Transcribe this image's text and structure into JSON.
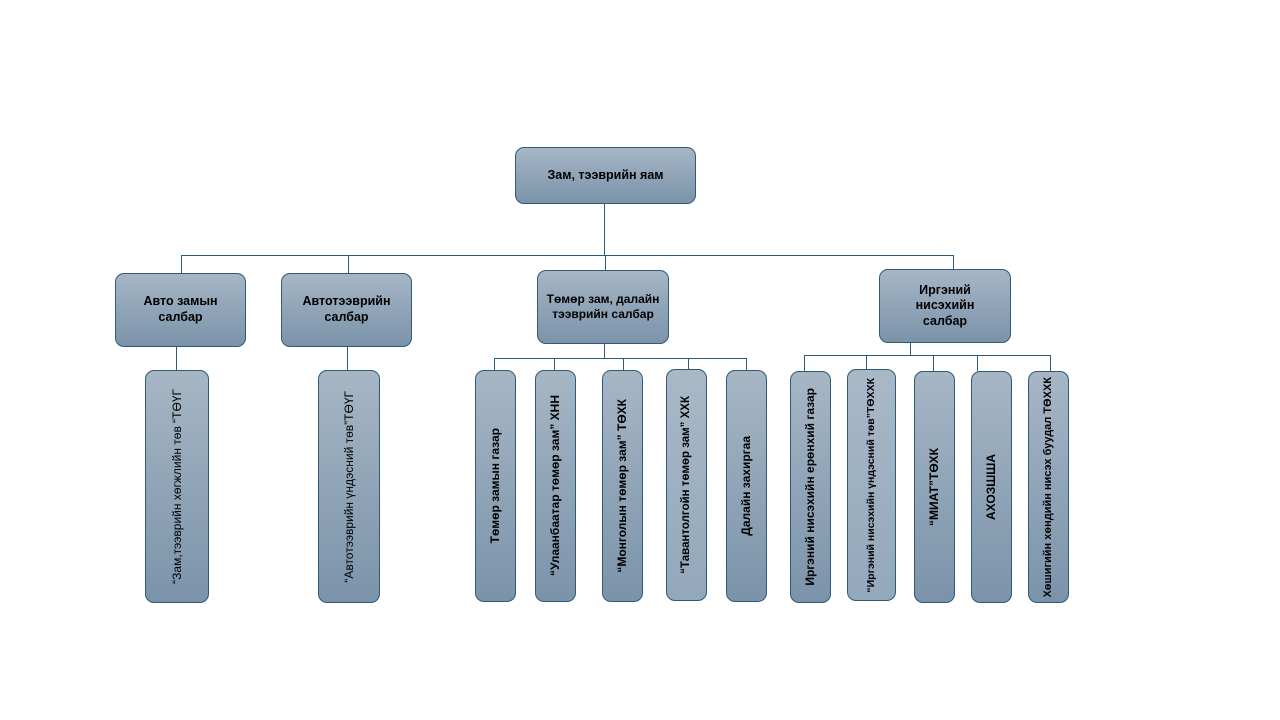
{
  "root": "Зам, тээврийн яам",
  "branches": [
    {
      "label": "Авто замын салбар",
      "children": [
        "“Зам,тээврийн хөгжлийн төв “ТӨҮГ"
      ]
    },
    {
      "label": "Автотээврийн салбар",
      "children": [
        "“Автотээврийн үндэсний төв”ТӨҮГ"
      ]
    },
    {
      "label": "Төмөр зам, далайн тээврийн салбар",
      "children": [
        "Төмөр замын газар",
        "“Улаанбаатар төмөр зам” ХНН",
        "“Монголын төмөр зам” ТӨХК",
        "“Тавантолгойн төмөр зам” ХХК",
        "Далайн захиргаа"
      ]
    },
    {
      "label": "Иргэний нисэхийн салбар",
      "children": [
        "Иргэний нисэхийн ерөнхий газар",
        "“Иргэний нисэхийн үндэсний төв”ТӨХХК",
        "“МИАТ”ТӨХК",
        "АХОЗШША",
        "Хөшигийн хөндийн нисэх буудал ТӨХХК"
      ]
    }
  ]
}
